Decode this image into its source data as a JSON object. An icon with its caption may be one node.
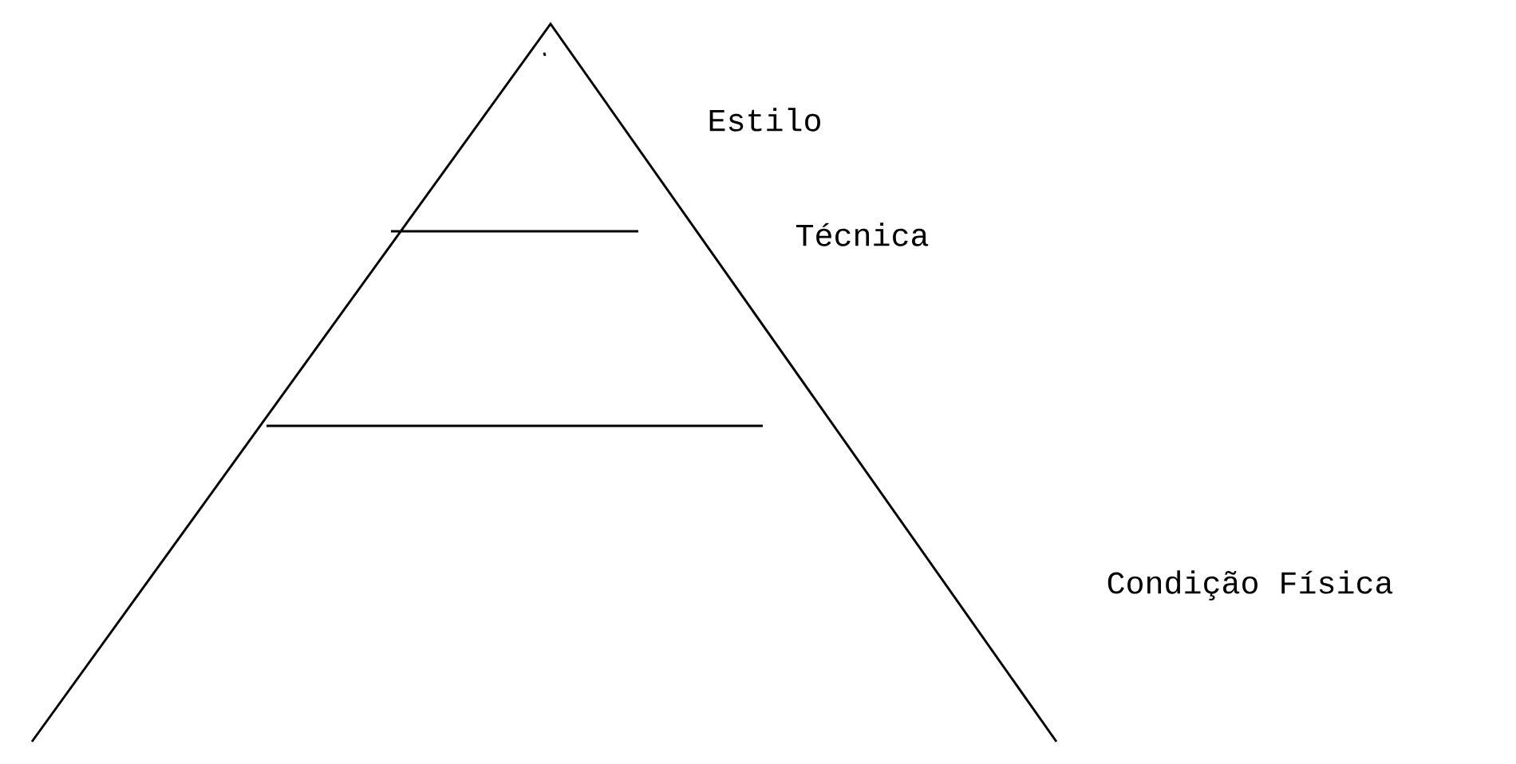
{
  "diagram": {
    "labels": [
      "Estilo",
      "Técnica",
      "Condição Física"
    ]
  }
}
